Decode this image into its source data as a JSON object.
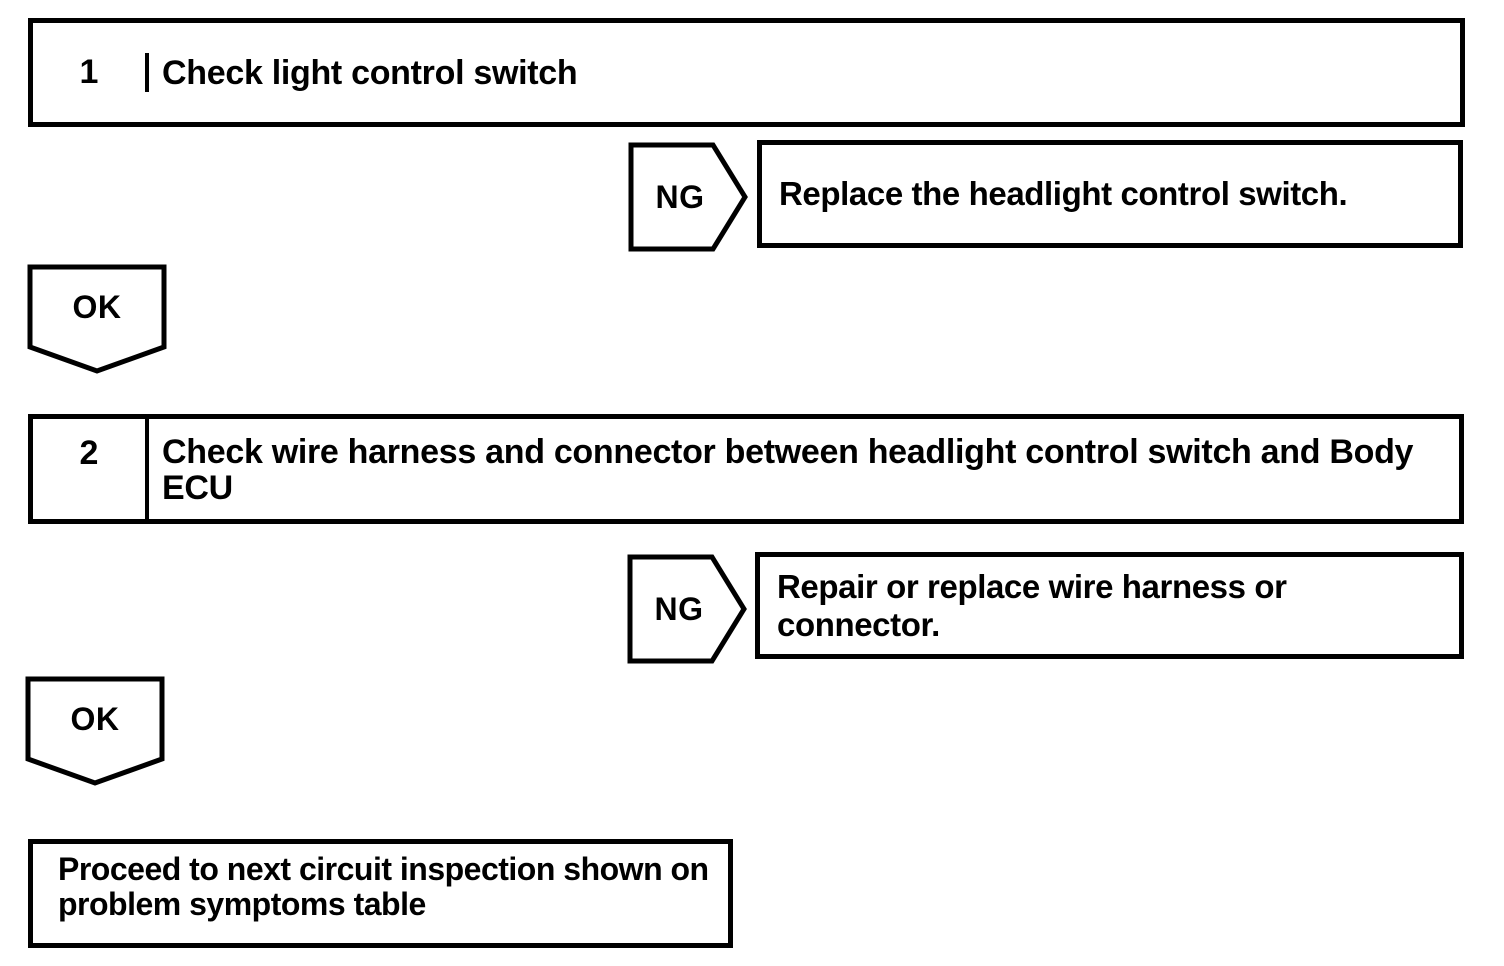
{
  "flowchart": {
    "colors": {
      "ink": "#000000",
      "paper": "#ffffff"
    },
    "steps": [
      {
        "number": "1",
        "title": "Check light control switch",
        "ng": {
          "label": "NG",
          "action": "Replace the headlight control switch."
        },
        "ok": {
          "label": "OK"
        }
      },
      {
        "number": "2",
        "title": "Check wire harness and connector between headlight control switch and Body ECU",
        "ng": {
          "label": "NG",
          "action": "Repair or replace wire harness or connector."
        },
        "ok": {
          "label": "OK"
        }
      }
    ],
    "end": {
      "text": "Proceed to next circuit inspection shown on problem symptoms table"
    }
  }
}
